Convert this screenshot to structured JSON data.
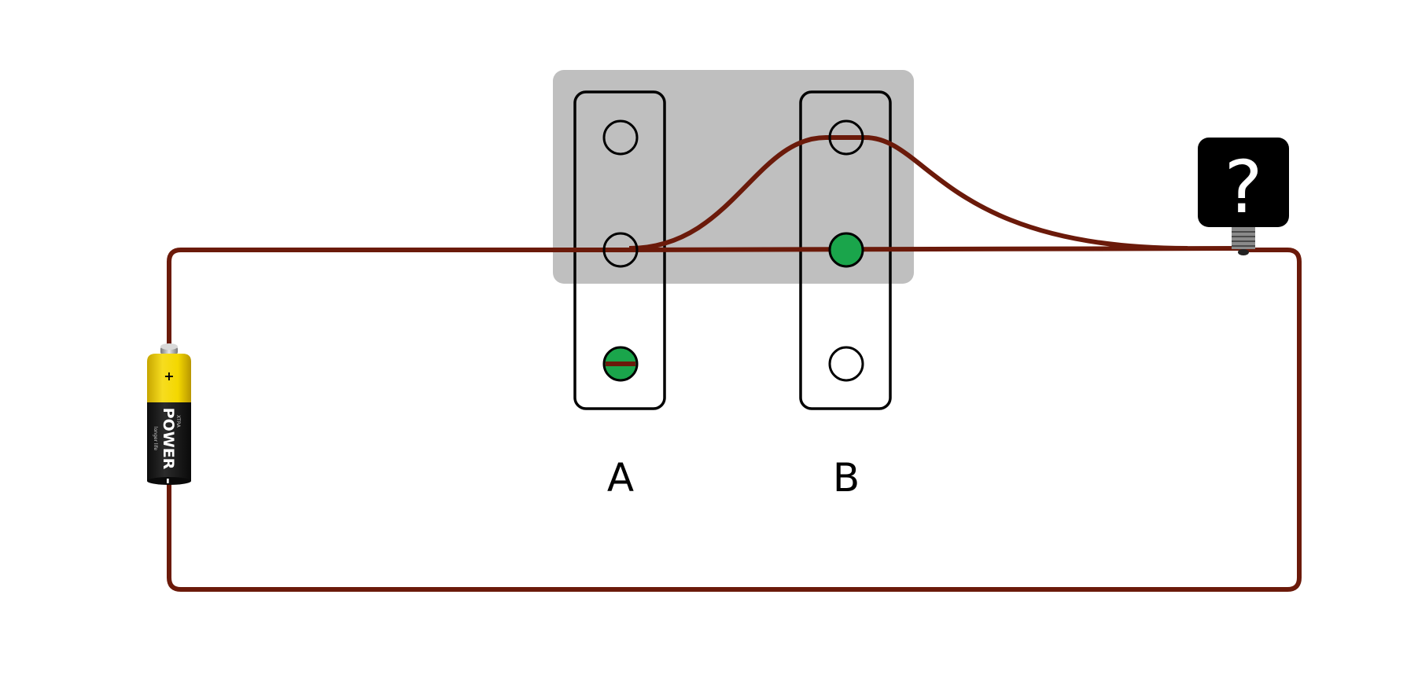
{
  "diagram": {
    "labels": {
      "strip_a": "A",
      "strip_b": "B"
    },
    "battery": {
      "plus": "+",
      "brand": "POWER",
      "minus": "-",
      "small_top": "XTRA",
      "small_bottom": "longer life"
    },
    "bulb": {
      "symbol": "?"
    },
    "strip_a_holes": [
      "empty",
      "empty",
      "screw"
    ],
    "strip_b_holes": [
      "empty",
      "screw",
      "empty"
    ]
  },
  "colors": {
    "wire": "#6b1a0a",
    "screw": "#1aa54b",
    "board": "#bfbfbf",
    "background": "#ffffff",
    "battery_top": "#f2d100",
    "battery_body": "#1c1c1c",
    "bulb": "#000000"
  }
}
